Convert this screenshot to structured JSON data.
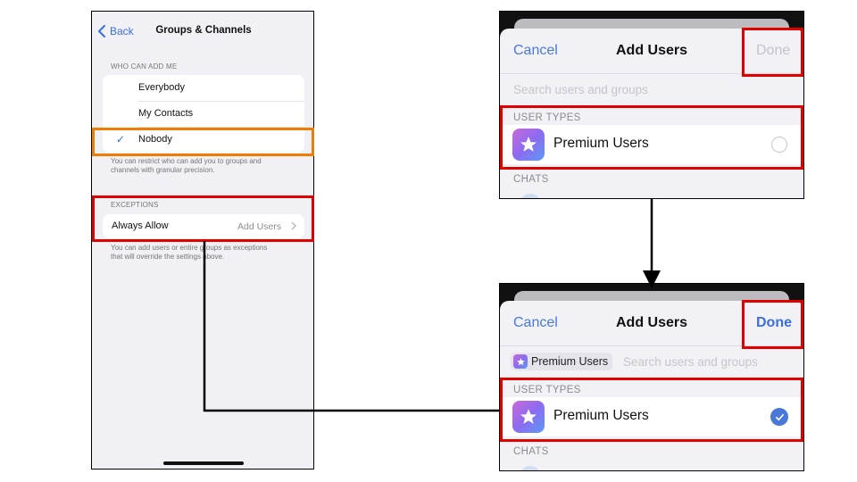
{
  "groups_channels": {
    "back_label": "Back",
    "title": "Groups & Channels",
    "who_can_add_header": "WHO CAN ADD ME",
    "options": [
      {
        "label": "Everybody",
        "selected": false
      },
      {
        "label": "My Contacts",
        "selected": false
      },
      {
        "label": "Nobody",
        "selected": true
      }
    ],
    "options_footnote_line1": "You can restrict who can add you to groups and",
    "options_footnote_line2": "channels with granular precision.",
    "exceptions_header": "EXCEPTIONS",
    "always_allow_label": "Always Allow",
    "always_allow_value": "Add Users",
    "exceptions_footnote_line1": "You can add users or entire groups as exceptions",
    "exceptions_footnote_line2": "that will override the settings above."
  },
  "add_users_before": {
    "cancel_label": "Cancel",
    "title": "Add Users",
    "done_label": "Done",
    "done_enabled": false,
    "search_placeholder": "Search users and groups",
    "user_types_header": "USER TYPES",
    "premium_label": "Premium Users",
    "premium_selected": false,
    "chats_header": "CHATS"
  },
  "add_users_after": {
    "cancel_label": "Cancel",
    "title": "Add Users",
    "done_label": "Done",
    "done_enabled": true,
    "chip_label": "Premium Users",
    "search_placeholder": "Search users and groups",
    "user_types_header": "USER TYPES",
    "premium_label": "Premium Users",
    "premium_selected": true,
    "chats_header": "CHATS"
  },
  "colors": {
    "accent_blue": "#3c6ee0",
    "highlight_red": "#e00000",
    "highlight_orange": "#f07d00",
    "premium_gradient_start": "#c86bd8",
    "premium_gradient_end": "#5a9af5"
  },
  "icons": [
    "chevron-left-icon",
    "checkmark-icon",
    "chevron-right-icon",
    "premium-star-icon",
    "radio-empty-icon",
    "radio-checked-icon"
  ]
}
